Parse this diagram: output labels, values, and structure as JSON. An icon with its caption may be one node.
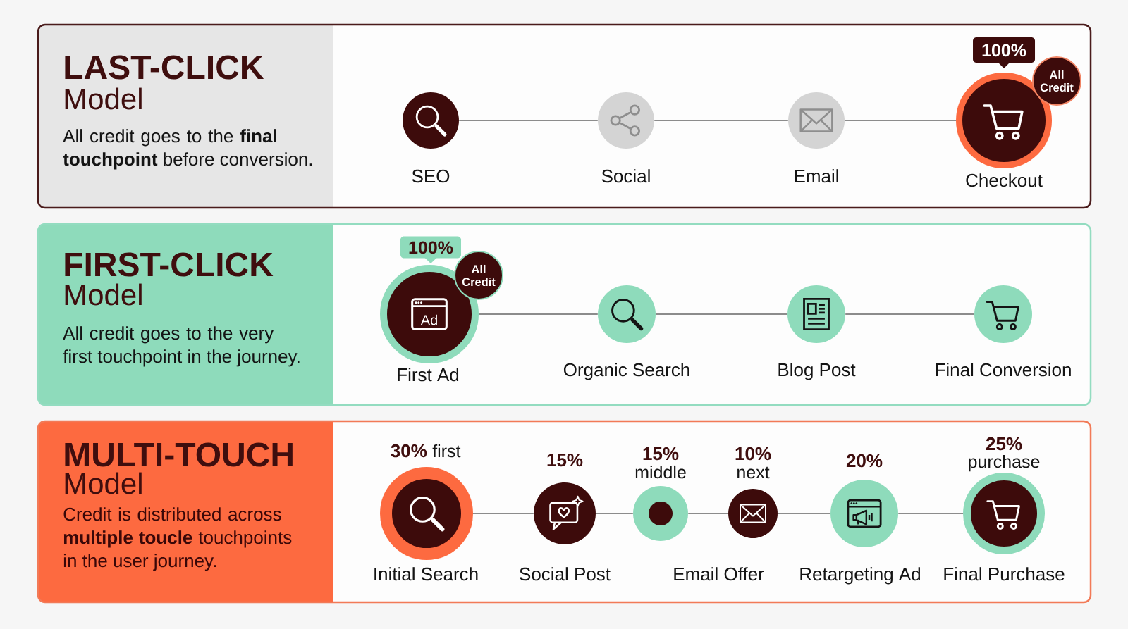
{
  "diagram": {
    "nodes": [
      {
        "text": [
          "LAST-CLICK",
          "Model",
          "All credit goes to the **final touchpoint** before conversion."
        ]
      },
      {
        "text": [
          "SEO"
        ],
        "in": 0
      },
      {
        "text": [
          "Social"
        ],
        "in": 0
      },
      {
        "text": [
          "Email"
        ],
        "in": 0
      },
      {
        "text": [
          "Checkout"
        ],
        "in": 0,
        "beside": [
          "100%",
          "All Credit"
        ]
      },
      {
        "text": [
          "FIRST-CLICK",
          "Model",
          "All credit goes to the very first touchpoint in the journey."
        ]
      },
      {
        "text": [
          "First Ad"
        ],
        "in": 5,
        "beside": [
          "100%",
          "All Credit"
        ]
      },
      {
        "text": [
          "Organic Search"
        ],
        "in": 5
      },
      {
        "text": [
          "Blog Post"
        ],
        "in": 5
      },
      {
        "text": [
          "Final Conversion"
        ],
        "in": 5
      },
      {
        "text": [
          "MULTI-TOUCH",
          "Model",
          "Credit is distributed across **multiple toucle** touchpoints in the user journey."
        ]
      },
      {
        "text": [
          "Initial Search"
        ],
        "in": 10,
        "beside": [
          "30%",
          "first"
        ]
      },
      {
        "text": [
          "Social Post"
        ],
        "in": 10,
        "beside": [
          "15%"
        ]
      },
      {
        "text": [],
        "shape": "circle",
        "in": 10,
        "beside": [
          "15%",
          "middle"
        ]
      },
      {
        "text": [
          "Email Offer"
        ],
        "in": 10,
        "beside": [
          "10%",
          "next"
        ]
      },
      {
        "text": [
          "Retargeting Ad"
        ],
        "in": 10,
        "beside": [
          "20%"
        ]
      },
      {
        "text": [
          "Final Purchase"
        ],
        "in": 10,
        "beside": [
          "25%",
          "purchase"
        ]
      }
    ],
    "edges": [
      {
        "from": 1,
        "to": 2,
        "arrow": "none"
      },
      {
        "from": 2,
        "to": 3,
        "arrow": "none"
      },
      {
        "from": 3,
        "to": 4,
        "arrow": "none"
      },
      {
        "from": 6,
        "to": 7,
        "arrow": "none"
      },
      {
        "from": 7,
        "to": 8,
        "arrow": "none"
      },
      {
        "from": 8,
        "to": 9,
        "arrow": "none"
      },
      {
        "from": 11,
        "to": 12,
        "arrow": "none"
      },
      {
        "from": 12,
        "to": 13,
        "arrow": "none"
      },
      {
        "from": 13,
        "to": 14,
        "arrow": "none"
      },
      {
        "from": 14,
        "to": 15,
        "arrow": "none"
      },
      {
        "from": 15,
        "to": 16,
        "arrow": "none"
      }
    ],
    "labels": [
      "Ad"
    ]
  }
}
